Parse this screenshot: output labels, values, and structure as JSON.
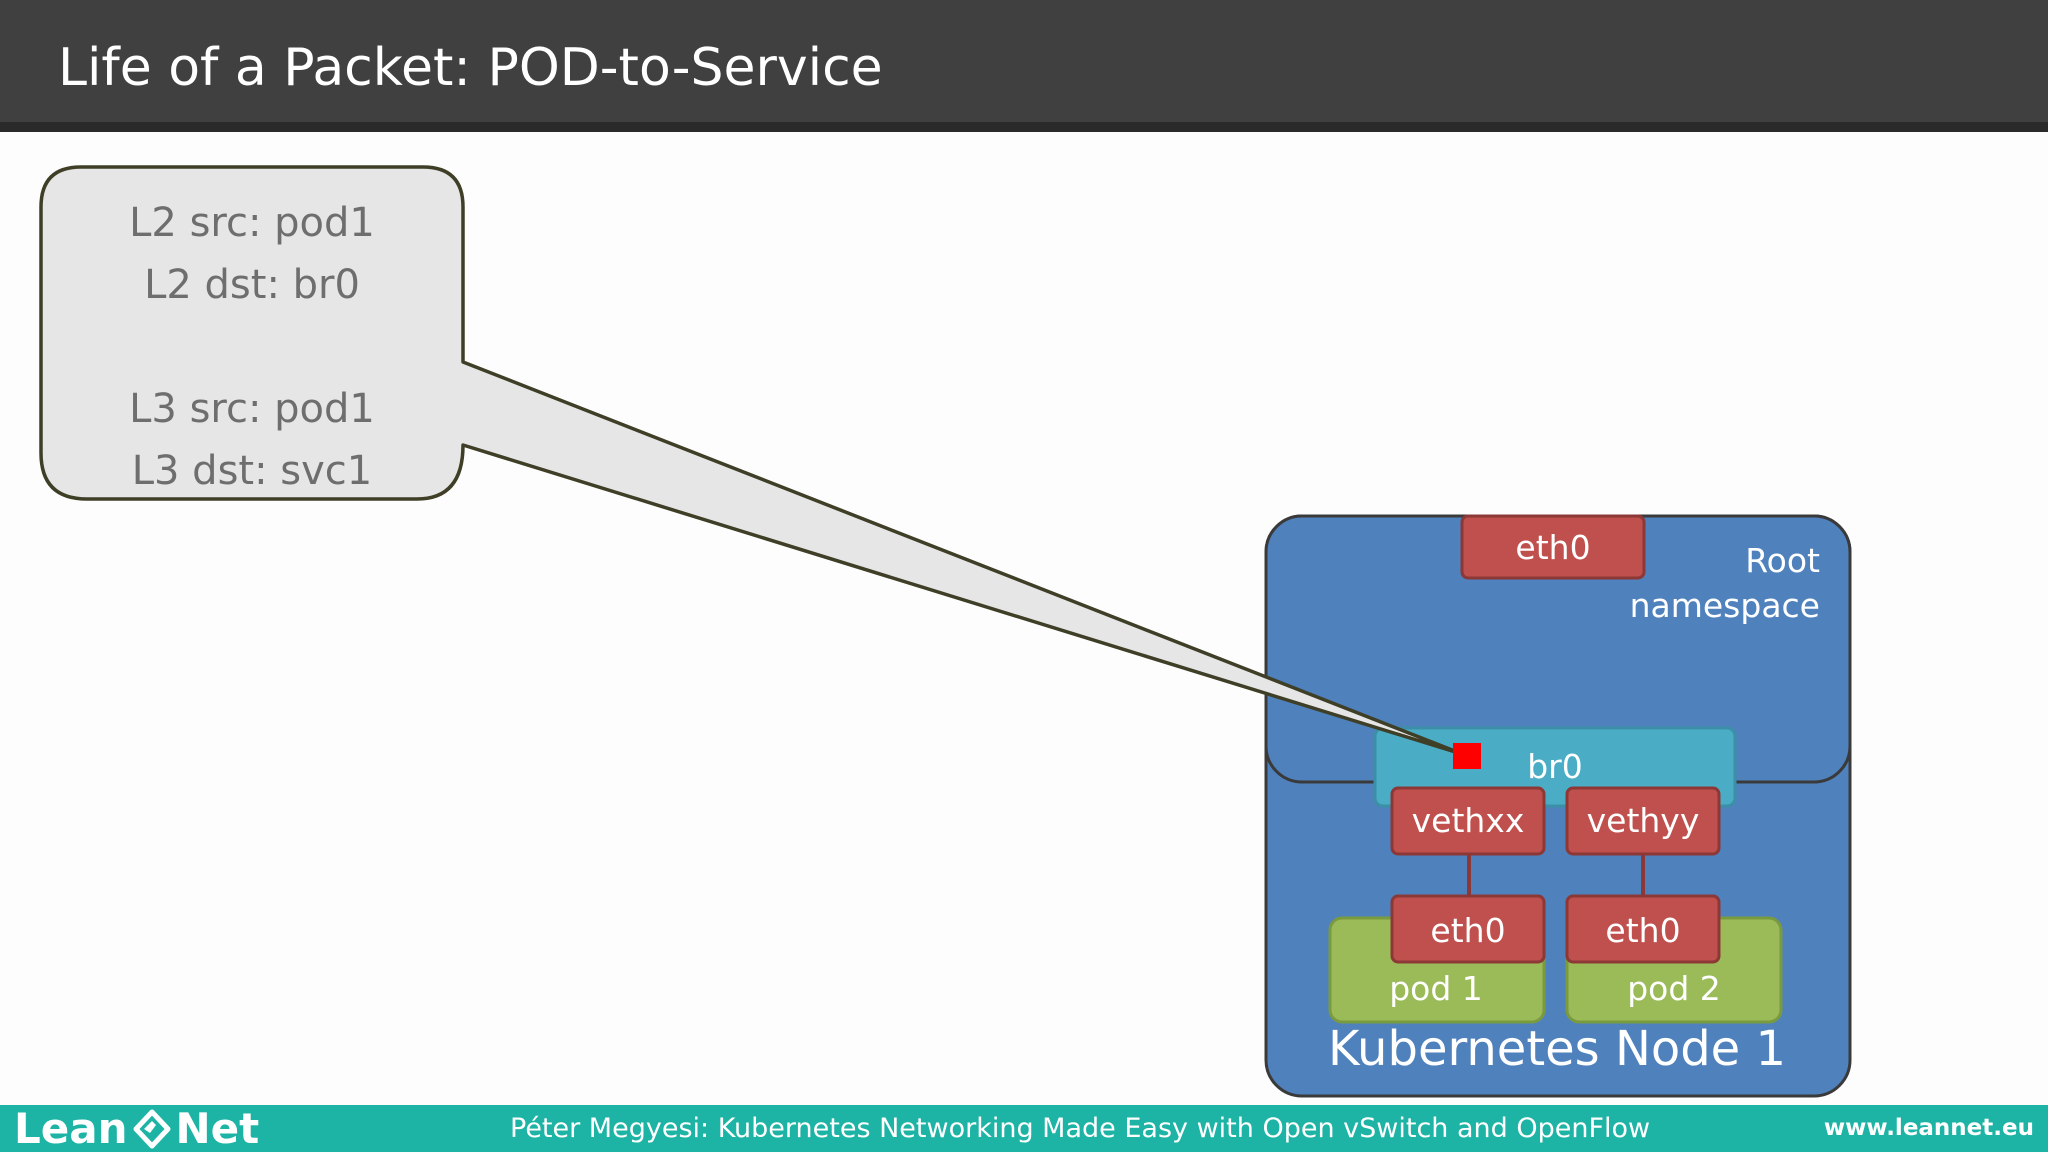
{
  "title": "Life of a Packet: POD-to-Service",
  "callout": {
    "lines": [
      "L2 src: pod1",
      "L2 dst: br0",
      "L3 src: pod1",
      "L3 dst: svc1"
    ]
  },
  "node": {
    "label": "Kubernetes Node 1",
    "root_namespace_line1": "Root",
    "root_namespace_line2": "namespace",
    "host_eth": "eth0",
    "bridge": "br0",
    "veth_a": "vethxx",
    "veth_b": "vethyy",
    "pod1_eth": "eth0",
    "pod2_eth": "eth0",
    "pod1": "pod 1",
    "pod2": "pod 2"
  },
  "footer": {
    "logo_left": "Lean",
    "logo_right": "Net",
    "center": "Péter Megyesi: Kubernetes Networking Made Easy with Open vSwitch and OpenFlow",
    "right": "www.leannet.eu"
  },
  "colors": {
    "node_blue": "#4f81bd",
    "bridge_cyan": "#4bacc6",
    "interface_red": "#c0504d",
    "pod_green": "#9bbb59",
    "packet_red": "#ff0000",
    "footer_teal": "#1db4a6"
  }
}
